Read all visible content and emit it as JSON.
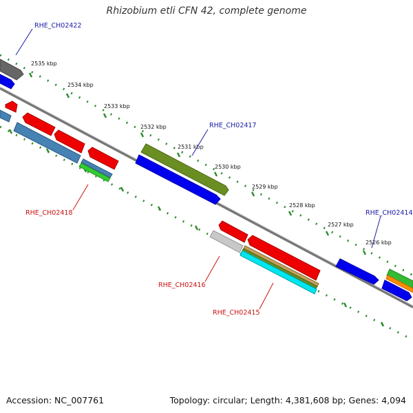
{
  "title": "Rhizobium etli CFN 42, complete genome",
  "footer": {
    "accession": "Accession: NC_007761",
    "summary": "Topology: circular; Length: 4,381,608 bp; Genes: 4,094"
  },
  "colors": {
    "backbone": "#777777",
    "tick": "#2e8b2e",
    "forward_label": "#1a1aa6",
    "reverse_label": "#cc1111"
  },
  "scale_labels": [
    "2535 kbp",
    "2534 kbp",
    "2533 kbp",
    "2532 kbp",
    "2531 kbp",
    "2530 kbp",
    "2529 kbp",
    "2528 kbp",
    "2527 kbp",
    "2526 kbp"
  ],
  "gene_labels": {
    "rhe_ch02422": "RHE_CH02422",
    "rhe_ch02417": "RHE_CH02417",
    "rhe_ch02414": "RHE_CH02414",
    "rhe_ch02418": "RHE_CH02418",
    "rhe_ch02416": "RHE_CH02416",
    "rhe_ch02415": "RHE_CH02415"
  }
}
